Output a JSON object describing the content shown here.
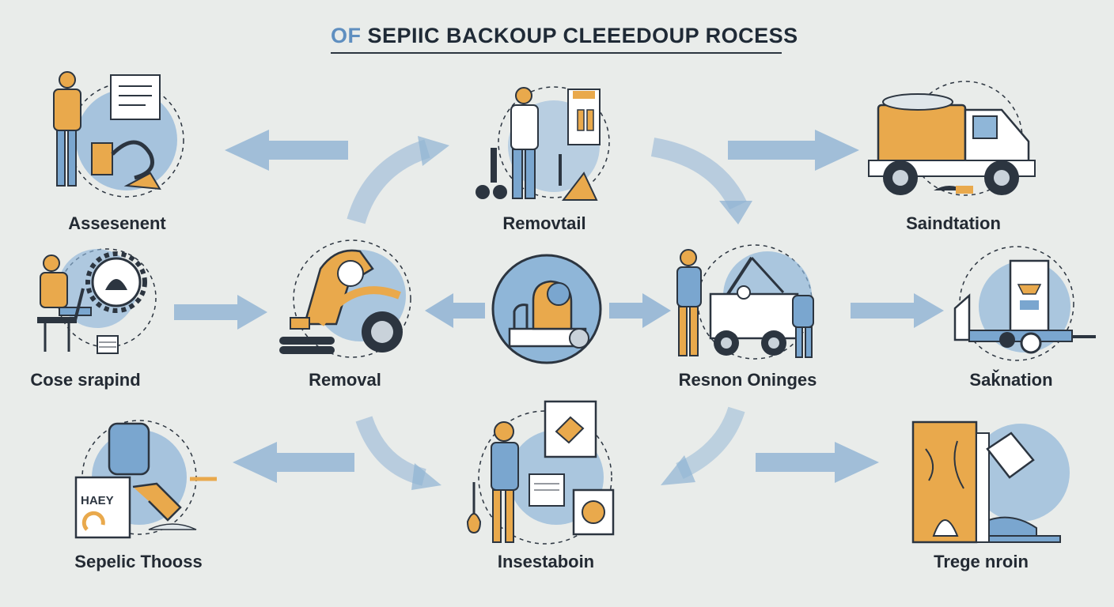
{
  "title": {
    "accent": "OF",
    "main": "SEPIIC BACKOUP CLEEEDOUP ROCESS"
  },
  "steps": [
    {
      "id": "assessment",
      "label": "Assesenent"
    },
    {
      "id": "removal-top",
      "label": "Removtail"
    },
    {
      "id": "sanitation-top",
      "label": "Saindtation"
    },
    {
      "id": "close-scraping",
      "label": "Cose srapind"
    },
    {
      "id": "removal-mid",
      "label": "Removal"
    },
    {
      "id": "response",
      "label": "Resnon Oninges"
    },
    {
      "id": "sanitation-mid",
      "label": "Saǩnation"
    },
    {
      "id": "septic-thoss",
      "label": "Sepelic Thooss"
    },
    {
      "id": "inspection",
      "label": "Insestaboin"
    },
    {
      "id": "tree-root",
      "label": "Trege nroin"
    }
  ],
  "sign_text": "HAEY",
  "colors": {
    "accent_blue": "#7aa6cf",
    "accent_orange": "#e9a94c",
    "ink": "#2c3540",
    "arrow": "#8fb3d3"
  }
}
